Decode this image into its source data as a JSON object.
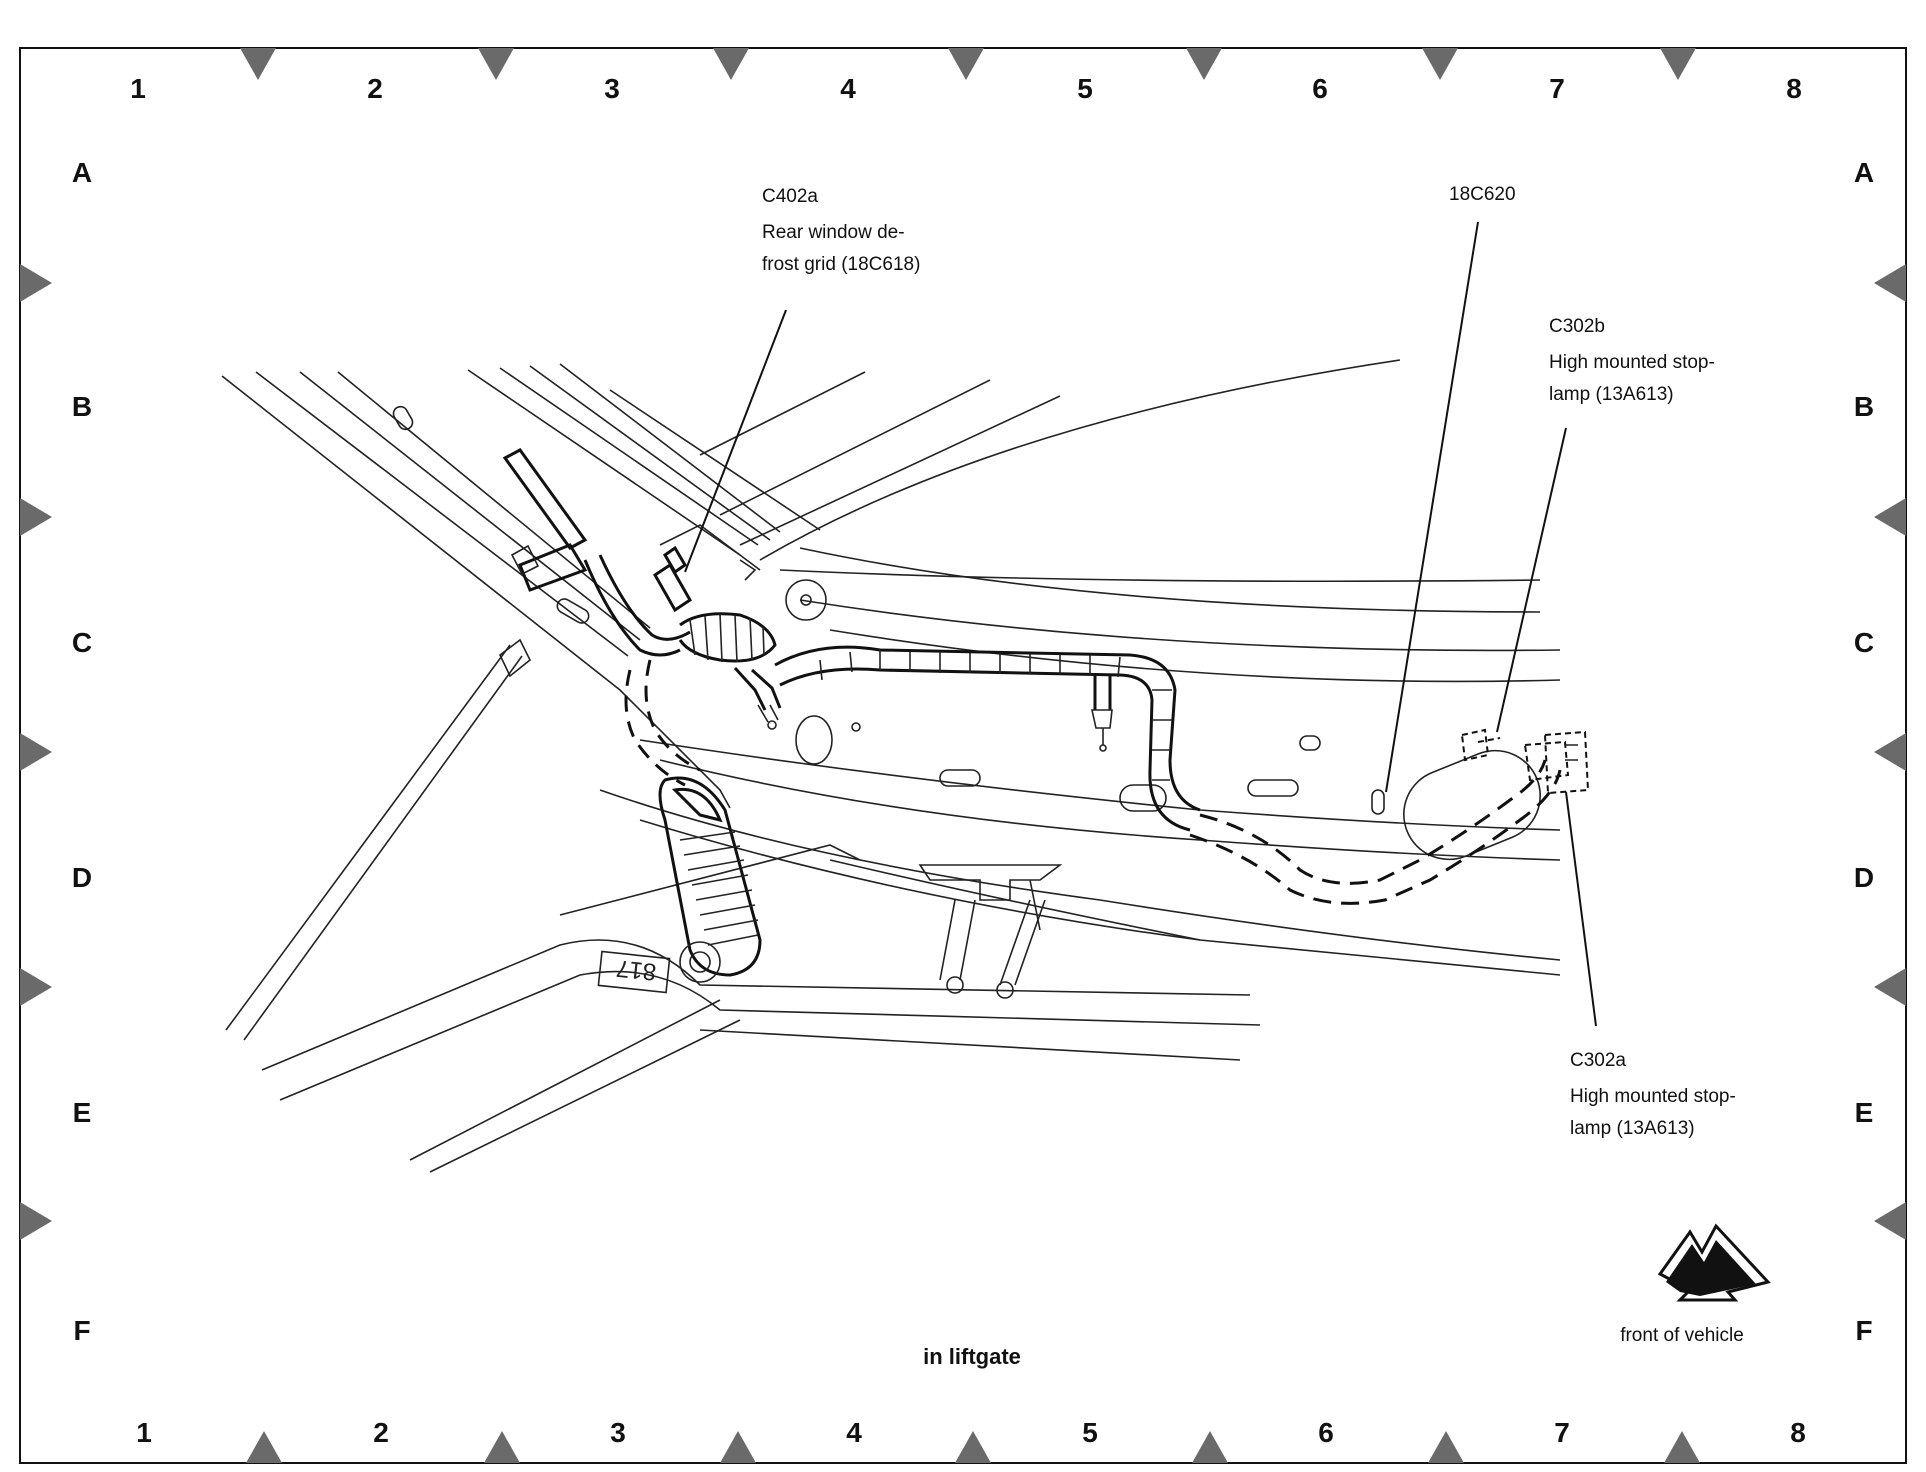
{
  "grid": {
    "columns": [
      "1",
      "2",
      "3",
      "4",
      "5",
      "6",
      "7",
      "8"
    ],
    "rows": [
      "A",
      "B",
      "C",
      "D",
      "E",
      "F"
    ]
  },
  "callouts": {
    "c402a": {
      "id": "C402a",
      "line1": "Rear window de-",
      "line2": "frost grid (18C618)"
    },
    "c18c620": {
      "id": "18C620"
    },
    "c302b": {
      "id": "C302b",
      "line1": "High mounted stop-",
      "line2": "lamp (13A613)"
    },
    "c302a": {
      "id": "C302a",
      "line1": "High mounted stop-",
      "line2": "lamp (13A613)"
    }
  },
  "caption": "in liftgate",
  "direction_label": "front of vehicle",
  "colors": {
    "line": "#222222",
    "marker": "#6a6a6a",
    "arrow": "#111111"
  },
  "icons": {
    "direction": "front-of-vehicle-arrow-icon"
  }
}
